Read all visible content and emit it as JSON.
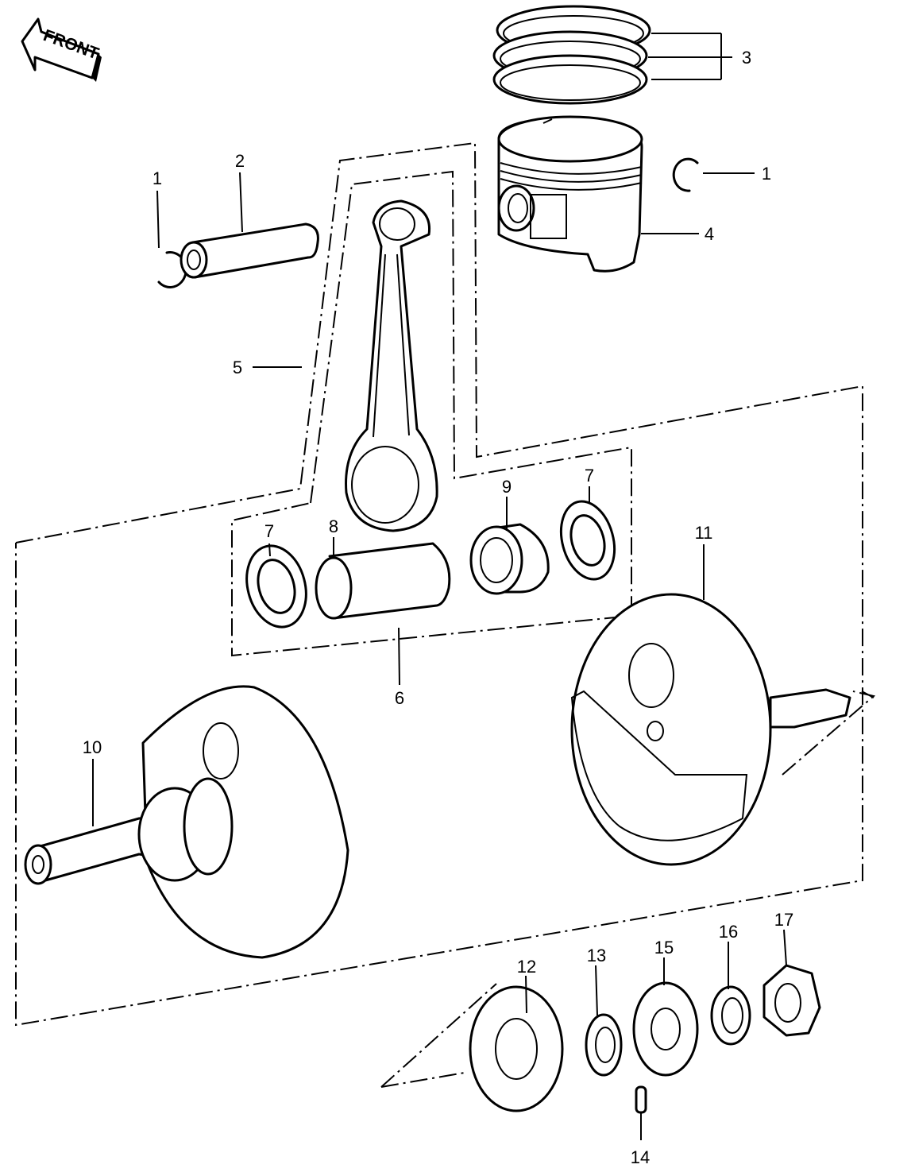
{
  "badge": {
    "text": "FRONT"
  },
  "callouts": [
    {
      "id": "c1a",
      "label": "1"
    },
    {
      "id": "c1b",
      "label": "1"
    },
    {
      "id": "c2",
      "label": "2"
    },
    {
      "id": "c3",
      "label": "3"
    },
    {
      "id": "c4",
      "label": "4"
    },
    {
      "id": "c5",
      "label": "5"
    },
    {
      "id": "c6",
      "label": "6"
    },
    {
      "id": "c7a",
      "label": "7"
    },
    {
      "id": "c7b",
      "label": "7"
    },
    {
      "id": "c8",
      "label": "8"
    },
    {
      "id": "c9",
      "label": "9"
    },
    {
      "id": "c10",
      "label": "10"
    },
    {
      "id": "c11",
      "label": "11"
    },
    {
      "id": "c12",
      "label": "12"
    },
    {
      "id": "c13",
      "label": "13"
    },
    {
      "id": "c14",
      "label": "14"
    },
    {
      "id": "c15",
      "label": "15"
    },
    {
      "id": "c16",
      "label": "16"
    },
    {
      "id": "c17",
      "label": "17"
    }
  ]
}
